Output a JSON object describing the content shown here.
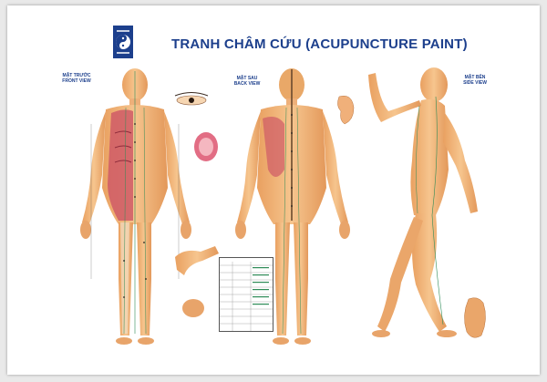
{
  "poster": {
    "title": "TRANH CHÂM CỨU (ACUPUNCTURE PAINT)",
    "front_label_vi": "MẶT TRƯỚC",
    "front_label_en": "FRONT VIEW",
    "back_label_vi": "MẶT SAU",
    "back_label_en": "BACK VIEW",
    "side_label_vi": "MẶT BÊN",
    "side_label_en": "SIDE VIEW"
  },
  "colors": {
    "title_blue": "#1c3f8c",
    "skin": "#f3b57b",
    "skin_dark": "#d98b4d",
    "muscle": "#d0566b",
    "meridian": "#2e8b57",
    "spine": "#6b4a2e"
  },
  "icons": {
    "logo": "yin-yang-logo-icon"
  }
}
